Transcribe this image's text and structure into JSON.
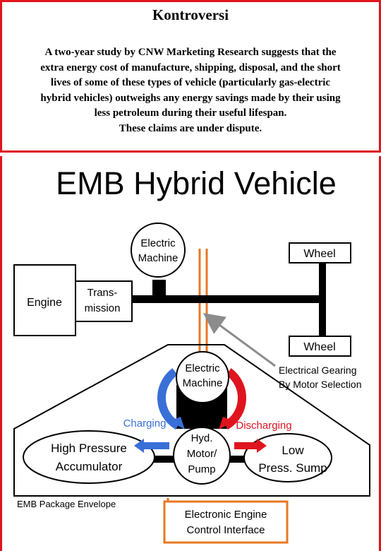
{
  "info_box": {
    "title": "Kontroversi",
    "lines": [
      "A two-year study by CNW Marketing Research suggests that the",
      "extra energy cost of manufacture, shipping, disposal, and the short",
      "lives of some of these types of vehicle (particularly gas-electric",
      "hybrid vehicles) outweighs any energy savings made by their using",
      "less petroleum during their useful lifespan.",
      "These claims are under dispute."
    ]
  },
  "diagram": {
    "title": "EMB Hybrid Vehicle",
    "electric_machine_top": [
      "Electric",
      "Machine"
    ],
    "engine": "Engine",
    "transmission": [
      "Trans-",
      "mission"
    ],
    "wheel_top": "Wheel",
    "wheel_bottom": "Wheel",
    "gearing_note": [
      "Electrical Gearing",
      "By Motor Selection"
    ],
    "electric_machine_inner": [
      "Electric",
      "Machine"
    ],
    "charging": "Charging",
    "discharging": "Discharging",
    "accumulator": [
      "High Pressure",
      "Accumulator"
    ],
    "pump": [
      "Hyd.",
      "Motor/",
      "Pump"
    ],
    "sump": [
      "Low",
      "Press. Sump"
    ],
    "package_label": "EMB Package Envelope",
    "control_interface": [
      "Electronic Engine",
      "Control Interface"
    ]
  },
  "colors": {
    "border_red": "#e0141e",
    "orange_wire": "#e87722",
    "charging_blue": "#3a6fd8",
    "discharging_red": "#e0141e",
    "gray_arrow": "#8c8c8c"
  }
}
